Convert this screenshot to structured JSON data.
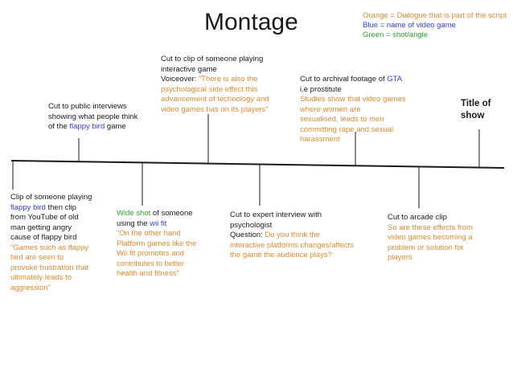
{
  "title": "Montage",
  "legend": {
    "orange": "Orange = Dialogue that is part of the script",
    "blue": "Blue = name of video game",
    "green": "Green = shot/angle"
  },
  "colors": {
    "orange": "#e28a2f",
    "blue": "#2f3fd6",
    "green": "#2fa32f",
    "line": "#1a1a1a"
  },
  "notes": {
    "interviews": {
      "l1": "Cut to public interviews",
      "l2": "showing what people think",
      "l3a": "of the ",
      "l3b": "flappy bird",
      "l3c": " game"
    },
    "game": {
      "l1": "Cut to clip of someone playing",
      "l2": "interactive game",
      "l3a": "Voiceover: ",
      "l3b": "“There is also the",
      "l4": "psychological side effect this",
      "l5": "advancement of technology and",
      "l6": "video games has on its players”"
    },
    "gta": {
      "l1a": "Cut to archival footage of ",
      "l1b": "GTA",
      "l2": "i.e prostitute",
      "l3": "Studies show that video games",
      "l4": "where women are",
      "l5": "sexualised, leads to men",
      "l6": "committing rape and sexual",
      "l7": "harassment"
    },
    "show": {
      "l1": "Title of",
      "l2": "show"
    },
    "flappy": {
      "l1": "Clip of someone playing",
      "l2a": "flappy bird",
      "l2b": " then clip",
      "l3": "from YouTube of old",
      "l4": "man getting angry",
      "l5": "cause of flappy bird",
      "l6": "“Games such as flappy",
      "l7": "bird are seen to",
      "l8": "provoke frustration that",
      "l9": "ultimately leads to",
      "l10": "aggression”"
    },
    "wii": {
      "l1a": "Wide shot",
      "l1b": " of someone",
      "l2a": "using the ",
      "l2b": "wii fit",
      "l3": "“On the other hand",
      "l4": "Platform games like the",
      "l5": "Wii fit promotes and",
      "l6": "contributes to better",
      "l7": "health and fitness”"
    },
    "expert": {
      "l1": "Cut to expert interview with",
      "l2": "psychologist",
      "l3a": "Question: ",
      "l3b": "Do you think the",
      "l4": "interactive platforms changes/affects",
      "l5": "the game the audience plays?"
    },
    "arcade": {
      "l1": "Cut to arcade clip",
      "l2": "So are these effects from",
      "l3": "video games becoming a",
      "l4": "problem or solution for",
      "l5": "players"
    }
  }
}
